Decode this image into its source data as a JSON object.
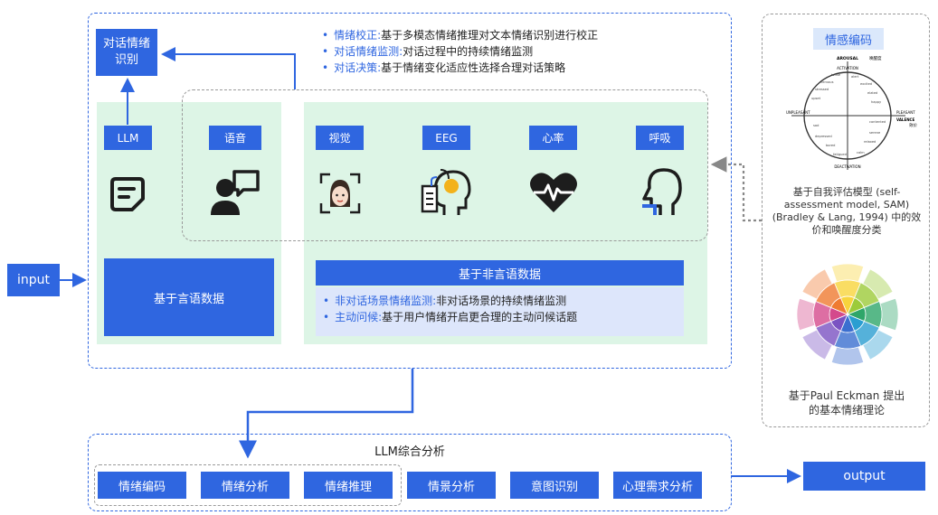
{
  "top": {
    "emotion_recognition_box": "对话情绪\n识别",
    "bullets": [
      {
        "highlight": "情绪校正:",
        "text": "基于多模态情绪推理对文本情绪识别进行校正"
      },
      {
        "highlight": "对话情绪监测:",
        "text": "对话过程中的持续情绪监测"
      },
      {
        "highlight": "对话决策:",
        "text": "基于情绪变化适应性选择合理对话策略"
      }
    ]
  },
  "input_label": "input",
  "output_label": "output",
  "modalities": [
    {
      "label": "LLM",
      "icon": "note-icon"
    },
    {
      "label": "语音",
      "icon": "speaking-person-icon"
    },
    {
      "label": "视觉",
      "icon": "face-scan-icon"
    },
    {
      "label": "EEG",
      "icon": "brain-eeg-icon"
    },
    {
      "label": "心率",
      "icon": "heart-rate-icon"
    },
    {
      "label": "呼吸",
      "icon": "breathing-head-icon"
    }
  ],
  "verbal_box": "基于言语数据",
  "nonverbal": {
    "title": "基于非言语数据",
    "bullets": [
      {
        "highlight": "非对话场景情绪监测:",
        "text": "非对话场景的持续情绪监测"
      },
      {
        "highlight": "主动问候:",
        "text": "基于用户情绪开启更合理的主动问候话题"
      }
    ]
  },
  "right_panel": {
    "title": "情感编码",
    "sam_caption": "基于自我评估模型 (self-assessment model, SAM) (Bradley & Lang, 1994) 中的效价和唤醒度分类",
    "sam_chart": {
      "axis_top": "AROUSAL",
      "axis_top_cn": "唤醒度",
      "axis_right": "VALENCE",
      "axis_right_cn": "效价",
      "top": "ACTIVATION",
      "bottom": "DEACTIVATION",
      "left": "UNPLEASANT",
      "right": "PLEASANT",
      "words": [
        "tense",
        "alert",
        "nervous",
        "excited",
        "stressed",
        "elated",
        "upset",
        "happy",
        "sad",
        "contented",
        "depressed",
        "serene",
        "bored",
        "relaxed",
        "fatigued",
        "calm"
      ]
    },
    "ekman_caption_line1": "基于Paul Eckman 提出",
    "ekman_caption_line2": "的基本情绪理论"
  },
  "bottom": {
    "title": "LLM综合分析",
    "items": [
      "情绪编码",
      "情绪分析",
      "情绪推理",
      "情景分析",
      "意图识别",
      "心理需求分析"
    ]
  },
  "colors": {
    "accent": "#2f66e0",
    "green": "#ddf5e6",
    "dashed_gray": "#9a9a9a"
  }
}
